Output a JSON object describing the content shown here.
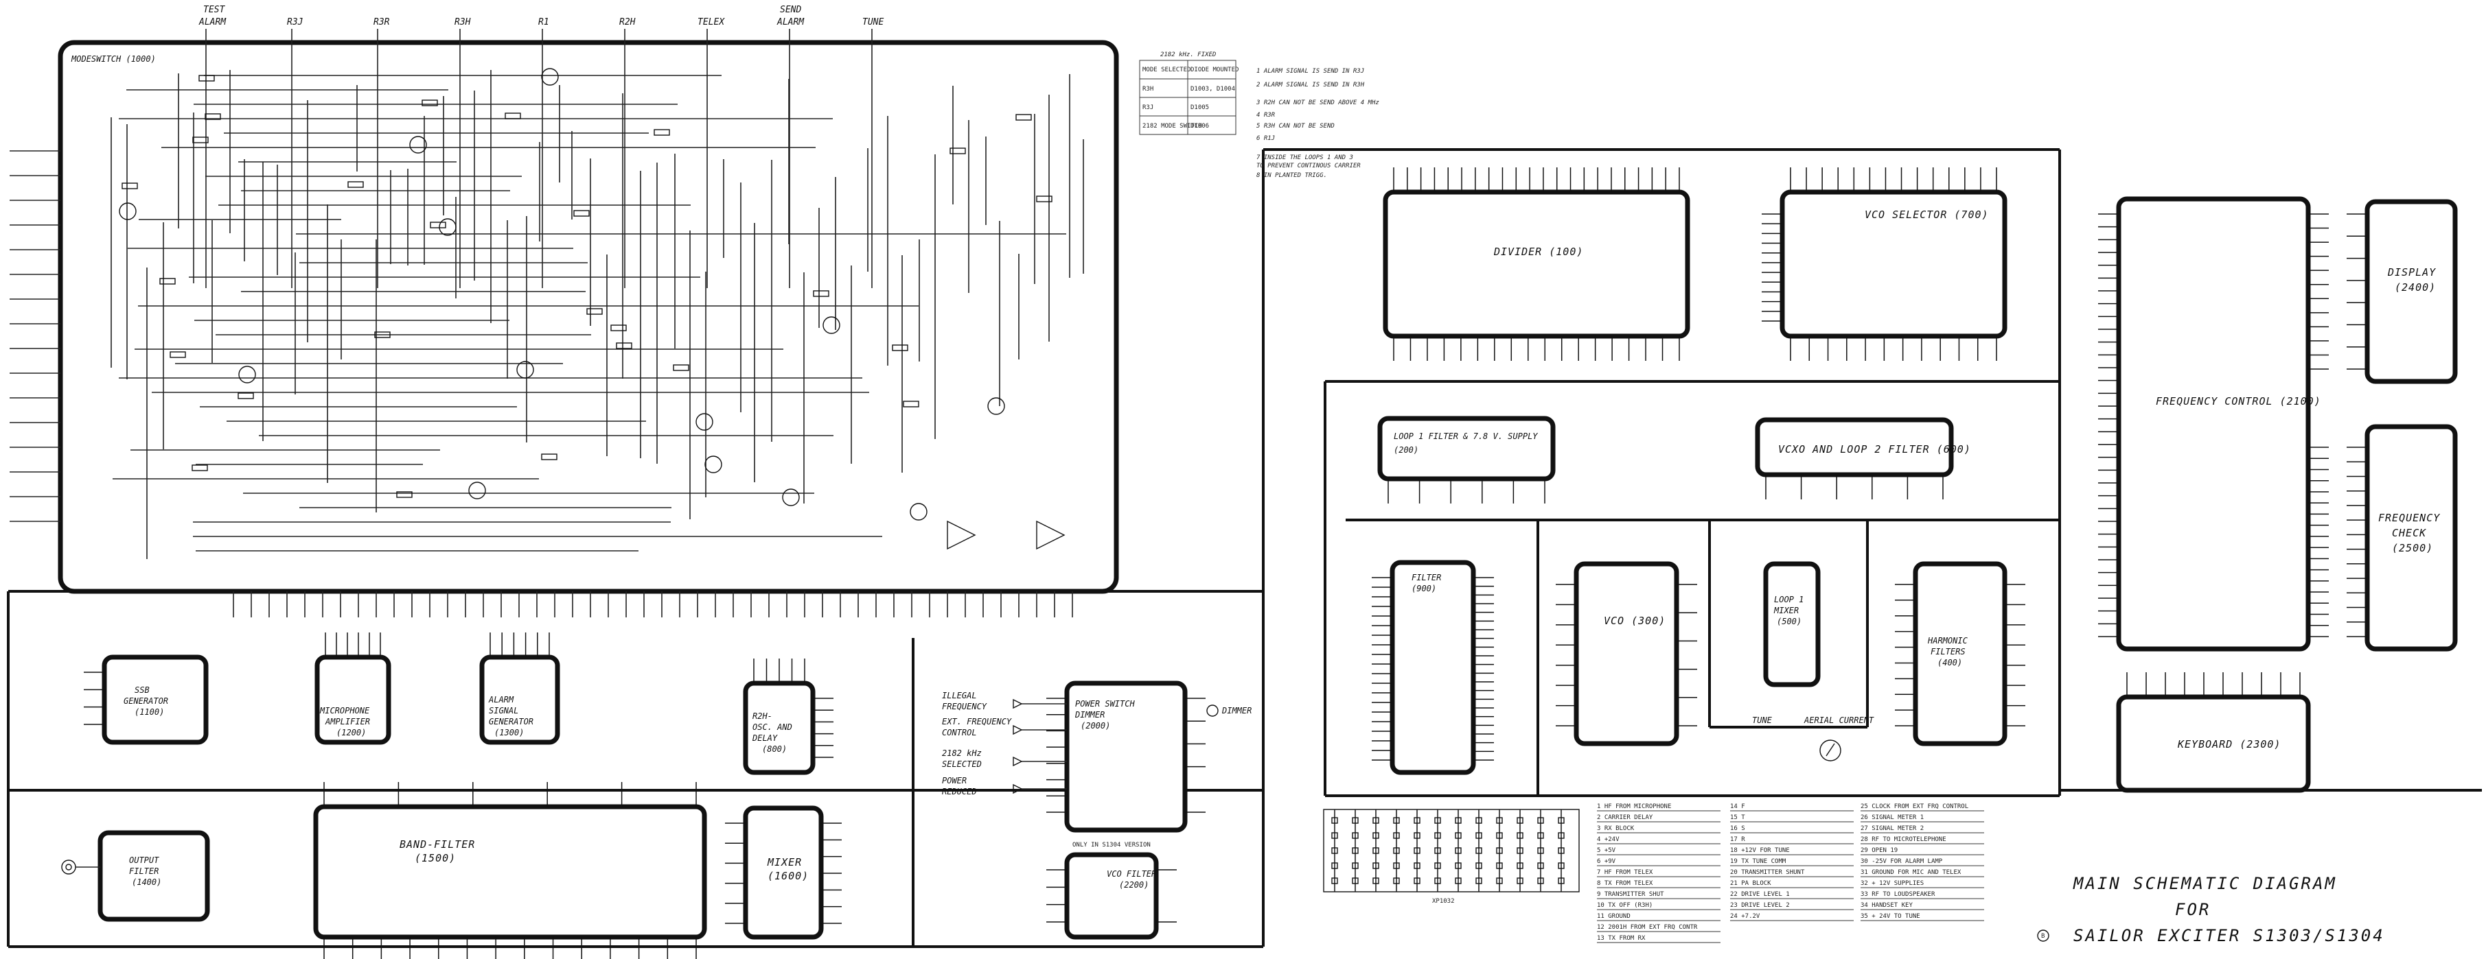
{
  "top_labels": [
    "TEST\nALARM",
    "R3J",
    "R3R",
    "R3H",
    "R1",
    "R2H",
    "TELEX",
    "SEND\nALARM",
    "TUNE"
  ],
  "blocks": {
    "modeswitch": "MODESWITCH (1000)",
    "divider": "DIVIDER (100)",
    "vco_selector": "VCO SELECTOR (700)",
    "frequency_control": "FREQUENCY CONTROL (2100)",
    "display": "DISPLAY (2400)",
    "frequency_check": "FREQUENCY CHECK (2500)",
    "keyboard": "KEYBOARD (2300)",
    "loop1_filter": "LOOP 1 FILTER & 7.8 V. SUPPLY (200)",
    "vcxo_loop2": "VCXO AND LOOP 2 FILTER (600)",
    "filter": "FILTER (900)",
    "vco": "VCO (300)",
    "loop1_mixer": "LOOP 1 MIXER (500)",
    "harmonic_filters": "HARMONIC FILTERS (400)",
    "ssb_generator": "SSB GENERATOR (1100)",
    "microphone_amplifier": "MICROPHONE AMPLIFIER (1200)",
    "alarm_signal_generator": "ALARM SIGNAL GENERATOR (1300)",
    "r2h_osc": "R2H OSC. AND DELAY (800)",
    "power_switch": "POWER SWITCH DIMMER (2000)",
    "output_filter": "OUTPUT FILTER (1400)",
    "band_filter": "BAND-FILTER (1500)",
    "mixer": "MIXER (1600)",
    "vco_filter": "VCO FILTER (2200)"
  },
  "indicators": [
    "ILLEGAL FREQUENCY",
    "EXT. FREQUENCY CONTROL",
    "2182 kHz SELECTED",
    "POWER REDUCED"
  ],
  "misc_labels": {
    "tune": "TUNE",
    "aerial_current": "AERIAL CURRENT",
    "dimmer": "DIMMER",
    "only_s1304": "ONLY IN S1304 VERSION",
    "terminal_strip": "XP1032"
  },
  "title_block": {
    "line1": "MAIN SCHEMATIC DIAGRAM",
    "line2": "FOR",
    "line3": "SAILOR EXCITER S1303/S1304",
    "rev": "B"
  },
  "fixed_table": {
    "title": "2182 kHz. FIXED",
    "rows": [
      [
        "MODE SELECTED",
        "DIODE MOUNTED"
      ],
      [
        "R3H",
        "D1003, D1004"
      ],
      [
        "R3J",
        "D1005"
      ],
      [
        "2182 MODE SWITCH",
        "D1006"
      ]
    ]
  },
  "notes": [
    "1 ALARM SIGNAL IS SEND IN R3J",
    "2 ALARM SIGNAL IS SEND IN R3H",
    "3 R2H CAN NOT BE SEND ABOVE 4 MHz",
    "4 R3R",
    "5 R3H CAN NOT BE SEND",
    "6 R1J",
    "7 INSIDE THE LOOPS 1 AND 3",
    "  TO PREVENT CONTINOUS CARRIER",
    "8 IN PLANTED TRIGG."
  ],
  "legend": {
    "col1": [
      "1 HF FROM MICROPHONE",
      "2 CARRIER DELAY",
      "3 RX BLOCK",
      "4 +24V",
      "5 +5V",
      "6 +9V",
      "7 HF FROM TELEX",
      "8 TX FROM TELEX",
      "9 TRANSMITTER SHUT",
      "10 TX OFF (R3H)",
      "11 GROUND",
      "12 2001H FROM EXT FRQ CONTR",
      "13 TX FROM RX"
    ],
    "col2": [
      "14 F",
      "15 T",
      "16 S",
      "17 R",
      "18 +12V FOR TUNE",
      "19 TX TUNE COMM",
      "20 TRANSMITTER SHUNT",
      "21 PA BLOCK",
      "22 DRIVE LEVEL 1",
      "23 DRIVE LEVEL 2",
      "24 +7.2V"
    ],
    "col3": [
      "25 CLOCK FROM EXT FRQ CONTROL",
      "26 SIGNAL METER 1",
      "27 SIGNAL METER 2",
      "28 RF TO MICROTELEPHONE",
      "29 OPEN 19",
      "30 -25V FOR ALARM LAMP",
      "31 GROUND FOR MIC AND TELEX",
      "32 + 12V SUPPLIES",
      "33 RF TO LOUDSPEAKER",
      "34 HANDSET KEY",
      "35 + 24V TO TUNE"
    ]
  },
  "colors": {
    "ink": "#111111",
    "paper": "#ffffff"
  }
}
